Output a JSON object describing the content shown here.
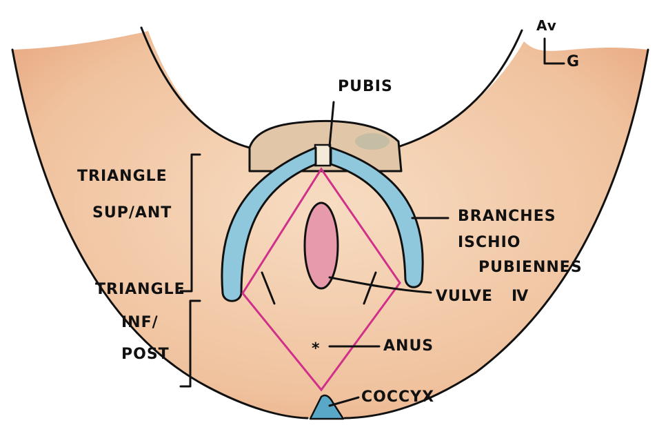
{
  "orientation": {
    "top": "Av",
    "right": "G"
  },
  "labels": {
    "pubis": "PUBIS",
    "triangle_sup_line1": "TRIANGLE",
    "triangle_sup_line2": "SUP/ANT",
    "triangle_inf_line1": "TRIANGLE",
    "triangle_inf_line2": "INF/",
    "triangle_inf_line3": "POST",
    "branches_line1": "BRANCHES",
    "branches_line2": "ISCHIO",
    "branches_line3": "PUBIENNES",
    "vulve": "VULVE",
    "vulve_marker": "Ⅳ",
    "anus": "ANUS",
    "anus_marker": "*",
    "coccyx": "COCCYX"
  },
  "colors": {
    "skin": "#f0c29e",
    "skin_shadow": "#e6a47c",
    "bone": "#8fc8dc",
    "pubis_region": "#e2c6a8",
    "vulva": "#e79aa9",
    "diamond": "#d0308a",
    "ink": "#111111"
  }
}
